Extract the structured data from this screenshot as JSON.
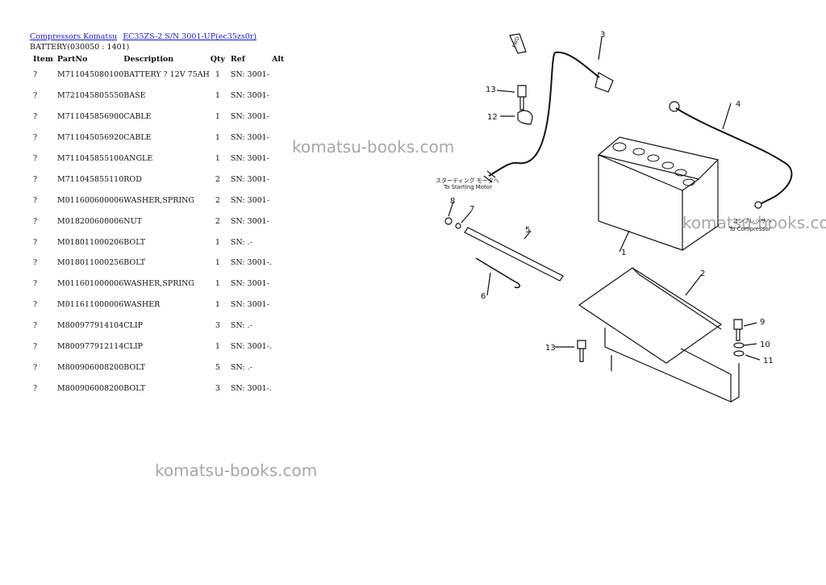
{
  "breadcrumb": {
    "link1": "Compressors Komatsu",
    "link2": "EC35ZS-2 S/N 3001-UP(ec35zs0r)"
  },
  "section_title": "BATTERY(030050 : 1401)",
  "table": {
    "headers": {
      "item": "Item",
      "part": "PartNo",
      "desc": "Description",
      "qty": "Qty",
      "ref": "Ref",
      "alt": "Alt"
    },
    "rows": [
      {
        "item": "?",
        "part": "M711045080100",
        "desc": "BATTERY ? 12V 75AH",
        "qty": "1",
        "ref": "SN: 3001-"
      },
      {
        "item": "?",
        "part": "M721045805550",
        "desc": "BASE",
        "qty": "1",
        "ref": "SN: 3001-"
      },
      {
        "item": "?",
        "part": "M711045856900",
        "desc": "CABLE",
        "qty": "1",
        "ref": "SN: 3001-"
      },
      {
        "item": "?",
        "part": "M711045056920",
        "desc": "CABLE",
        "qty": "1",
        "ref": "SN: 3001-"
      },
      {
        "item": "?",
        "part": "M711045855100",
        "desc": "ANGLE",
        "qty": "1",
        "ref": "SN: 3001-"
      },
      {
        "item": "?",
        "part": "M711045855110",
        "desc": "ROD",
        "qty": "2",
        "ref": "SN: 3001-"
      },
      {
        "item": "?",
        "part": "M011600600006",
        "desc": "WASHER,SPRING",
        "qty": "2",
        "ref": "SN: 3001-"
      },
      {
        "item": "?",
        "part": "M018200600006",
        "desc": "NUT",
        "qty": "2",
        "ref": "SN: 3001-"
      },
      {
        "item": "?",
        "part": "M018011000206",
        "desc": "BOLT",
        "qty": "1",
        "ref": "SN: .-"
      },
      {
        "item": "?",
        "part": "M018011000256",
        "desc": "BOLT",
        "qty": "1",
        "ref": "SN: 3001-."
      },
      {
        "item": "?",
        "part": "M011601000006",
        "desc": "WASHER,SPRING",
        "qty": "1",
        "ref": "SN: 3001-"
      },
      {
        "item": "?",
        "part": "M011611000006",
        "desc": "WASHER",
        "qty": "1",
        "ref": "SN: 3001-"
      },
      {
        "item": "?",
        "part": "M800977914104",
        "desc": "CLIP",
        "qty": "3",
        "ref": "SN: .-"
      },
      {
        "item": "?",
        "part": "M800977912114",
        "desc": "CLIP",
        "qty": "1",
        "ref": "SN: 3001-."
      },
      {
        "item": "?",
        "part": "M800906008200",
        "desc": "BOLT",
        "qty": "5",
        "ref": "SN: .-"
      },
      {
        "item": "?",
        "part": "M800906008200",
        "desc": "BOLT",
        "qty": "3",
        "ref": "SN: 3001-."
      }
    ]
  },
  "watermarks": [
    "komatsu-books.com",
    "komatsu-books.com",
    "komatsu-books.com"
  ],
  "diagram": {
    "callouts": [
      "1",
      "2",
      "3",
      "4",
      "5",
      "6",
      "7",
      "8",
      "9",
      "10",
      "11",
      "12",
      "13",
      "13"
    ],
    "note_starting_jp": "スターティング モータへ",
    "note_starting_en": "To Starting Motor",
    "note_compressor_jp": "コンプレッサへ",
    "note_compressor_en": "To Compressor",
    "fwd_label": "FWD"
  }
}
